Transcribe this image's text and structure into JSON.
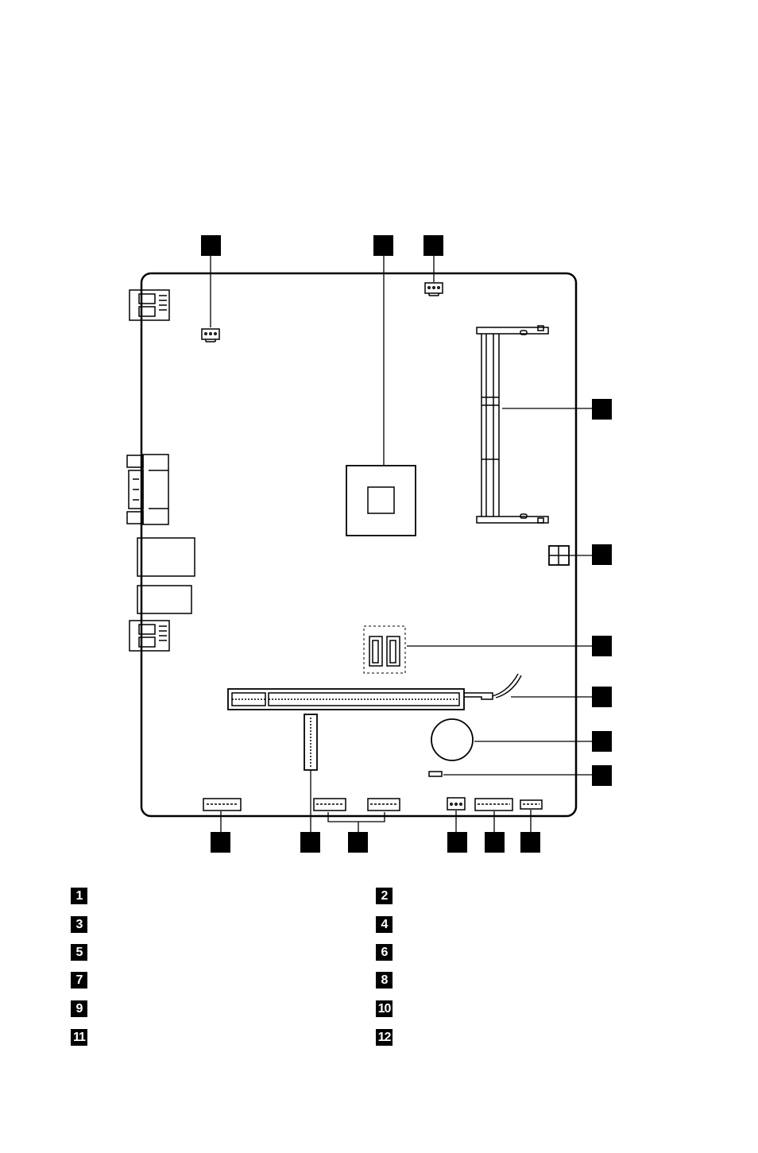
{
  "callouts": [
    {
      "number": "1",
      "label": ""
    },
    {
      "number": "2",
      "label": ""
    },
    {
      "number": "3",
      "label": ""
    },
    {
      "number": "4",
      "label": ""
    },
    {
      "number": "5",
      "label": ""
    },
    {
      "number": "6",
      "label": ""
    },
    {
      "number": "7",
      "label": ""
    },
    {
      "number": "8",
      "label": ""
    },
    {
      "number": "9",
      "label": ""
    },
    {
      "number": "10",
      "label": ""
    },
    {
      "number": "11",
      "label": ""
    },
    {
      "number": "12",
      "label": ""
    }
  ],
  "colors": {
    "ink": "#000000",
    "paper": "#ffffff"
  }
}
